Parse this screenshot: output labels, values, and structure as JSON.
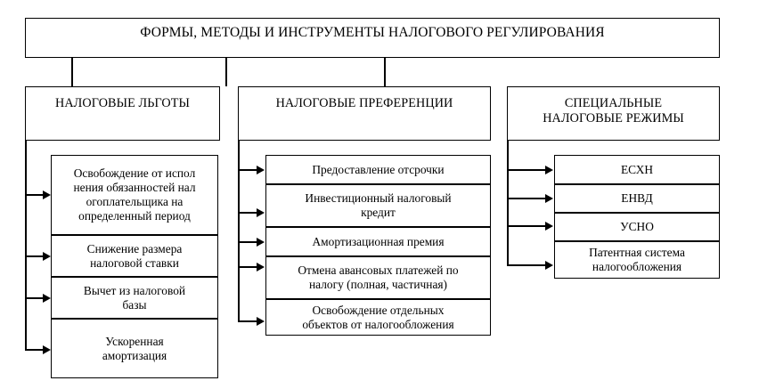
{
  "diagram": {
    "title": "ФОРМЫ, МЕТОДЫ И ИНСТРУМЕНТЫ НАЛОГОВОГО РЕГУЛИРОВАНИЯ",
    "colors": {
      "background": "#ffffff",
      "line": "#000000",
      "text": "#000000"
    },
    "columns": [
      {
        "heading": "НАЛОГОВЫЕ ЛЬГОТЫ",
        "items": [
          "Освобождение от испол\nнения обязанностей нал\nогоплательщика на\nопределенный период",
          "Снижение размера\nналоговой ставки",
          "Вычет из налоговой\nбазы",
          "Ускоренная\nамортизация"
        ]
      },
      {
        "heading": "НАЛОГОВЫЕ ПРЕФЕРЕНЦИИ",
        "items": [
          "Предоставление отсрочки",
          "Инвестиционный налоговый\nкредит",
          "Амортизационная премия",
          "Отмена авансовых платежей по\nналогу (полная, частичная)",
          "Освобождение отдельных\nобъектов от налогообложения"
        ]
      },
      {
        "heading": "СПЕЦИАЛЬНЫЕ\nНАЛОГОВЫЕ РЕЖИМЫ",
        "items": [
          "ЕСХН",
          "ЕНВД",
          "УСНО",
          "Патентная система\nналогообложения"
        ]
      }
    ]
  }
}
